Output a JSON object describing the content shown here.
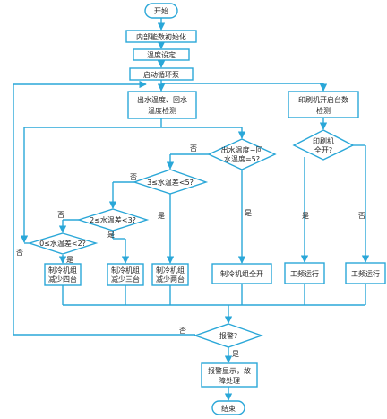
{
  "nodes": {
    "start": "开始",
    "init": "内部能数初始化",
    "temp_set": "温度设定",
    "pump": "启动循环泵",
    "detect_temp": [
      "出水温度、回水",
      "温度检测"
    ],
    "printer_detect": [
      "印刷机开启台数",
      "检测"
    ],
    "cond_diff5": [
      "出水温度−回",
      "水温度=5?"
    ],
    "cond_3_5": "3≤水温差<5?",
    "cond_2_3": "2≤水温差<3?",
    "cond_0_2": "0≤水温差<2?",
    "cond_printer_all": [
      "印刷机",
      "全开?"
    ],
    "act_four": [
      "制冷机组",
      "减少四台"
    ],
    "act_three": [
      "制冷机组",
      "减少三台"
    ],
    "act_two": [
      "制冷机组",
      "减少两台"
    ],
    "act_all": "制冷机组全开",
    "act_freq1": "工频运行",
    "act_freq2": "工频运行",
    "cond_alarm": "报警?",
    "alarm_handle": [
      "报警显示，故",
      "障处理"
    ],
    "end": "结束"
  },
  "edge_labels": {
    "yes": "是",
    "no": "否"
  }
}
